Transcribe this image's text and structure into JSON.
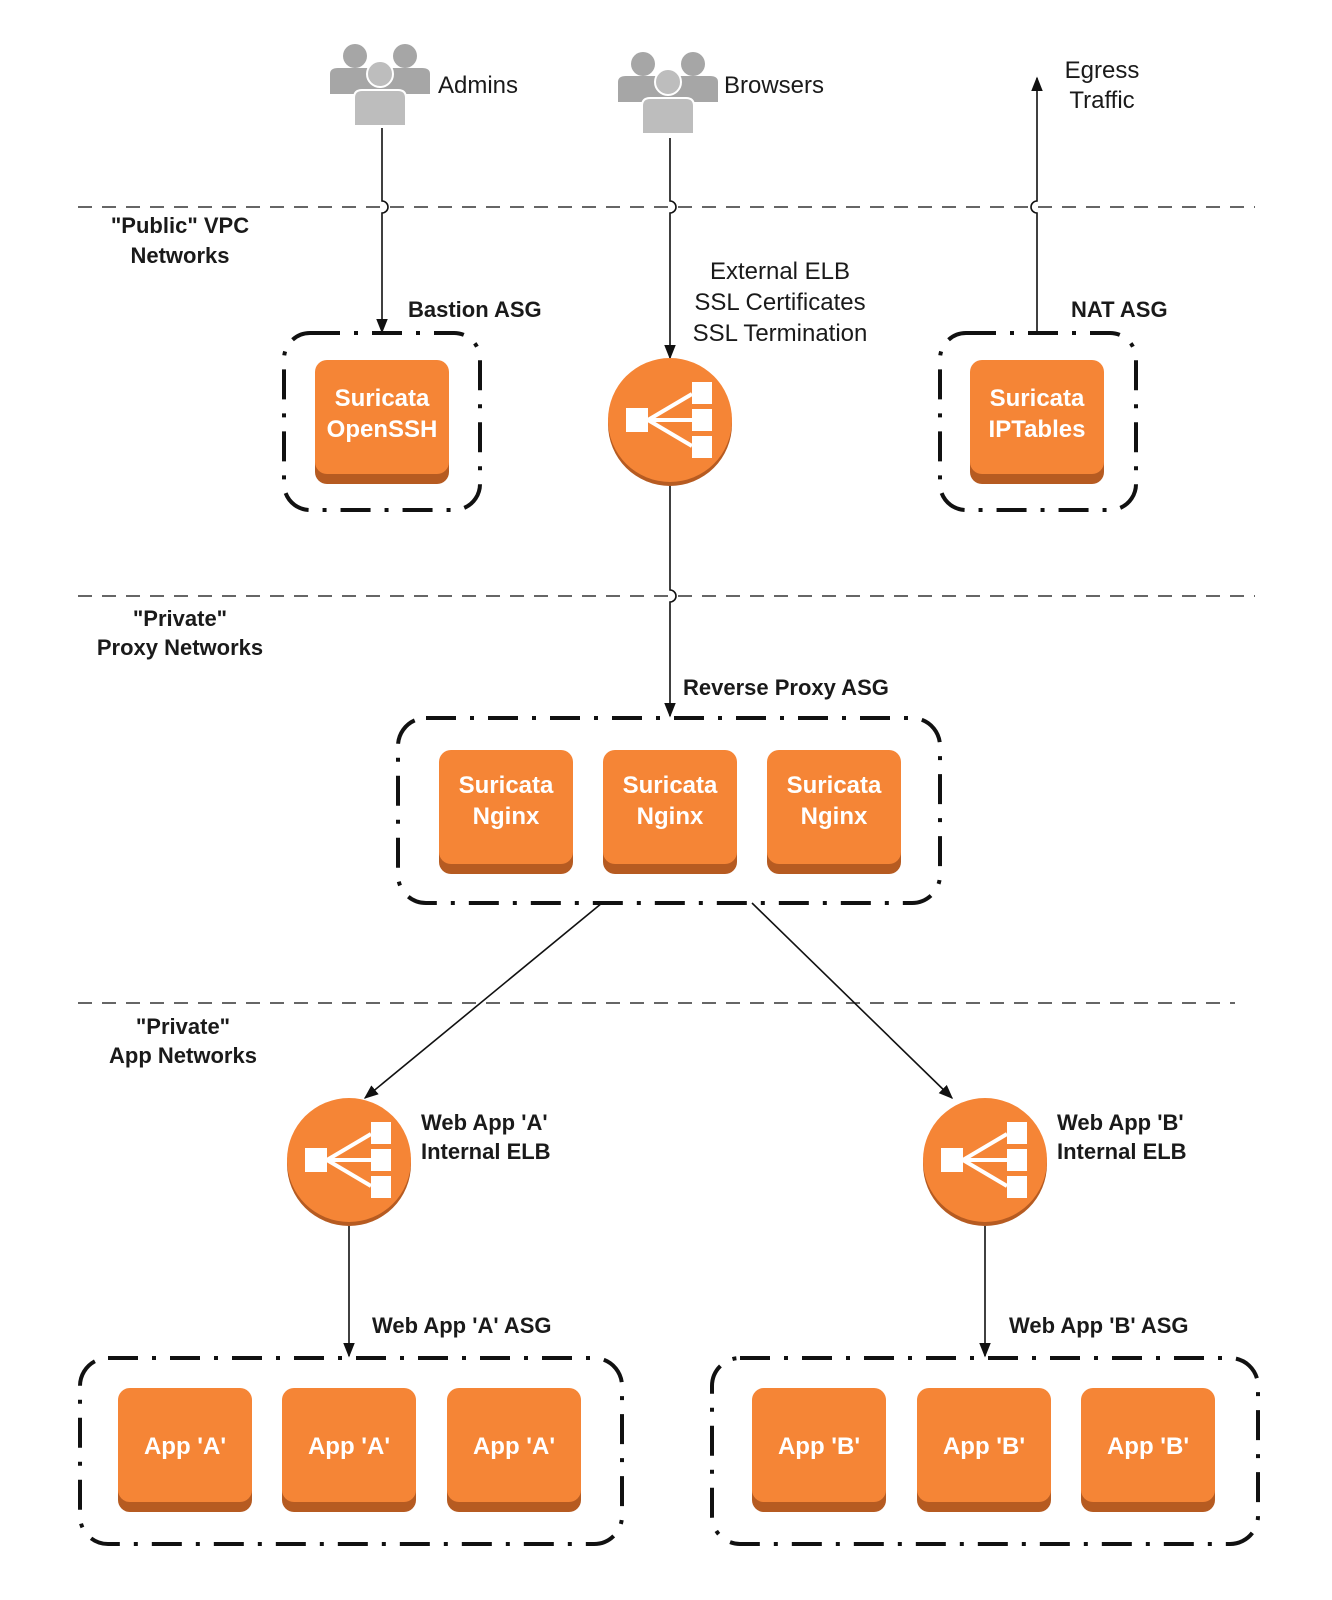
{
  "users": {
    "admins": "Admins",
    "browsers": "Browsers",
    "egress_line1": "Egress",
    "egress_line2": "Traffic"
  },
  "zones": {
    "public_line1": "\"Public\" VPC",
    "public_line2": "Networks",
    "proxy_line1": "\"Private\"",
    "proxy_line2": "Proxy Networks",
    "app_line1": "\"Private\"",
    "app_line2": "App Networks"
  },
  "public": {
    "bastion_title": "Bastion ASG",
    "bastion_line1": "Suricata",
    "bastion_line2": "OpenSSH",
    "elb_line1": "External ELB",
    "elb_line2": "SSL Certificates",
    "elb_line3": "SSL Termination",
    "nat_title": "NAT ASG",
    "nat_line1": "Suricata",
    "nat_line2": "IPTables"
  },
  "proxy": {
    "title": "Reverse Proxy ASG",
    "nodes": [
      {
        "line1": "Suricata",
        "line2": "Nginx"
      },
      {
        "line1": "Suricata",
        "line2": "Nginx"
      },
      {
        "line1": "Suricata",
        "line2": "Nginx"
      }
    ]
  },
  "app_a": {
    "elb_line1": "Web App 'A'",
    "elb_line2": "Internal ELB",
    "asg_title": "Web App 'A' ASG",
    "nodes": [
      "App 'A'",
      "App 'A'",
      "App 'A'"
    ]
  },
  "app_b": {
    "elb_line1": "Web App 'B'",
    "elb_line2": "Internal ELB",
    "asg_title": "Web App 'B' ASG",
    "nodes": [
      "App 'B'",
      "App 'B'",
      "App 'B'"
    ]
  },
  "colors": {
    "orange": "#F58536",
    "orange_dark": "#B65B21",
    "user_gray": "#A6A6A6"
  }
}
